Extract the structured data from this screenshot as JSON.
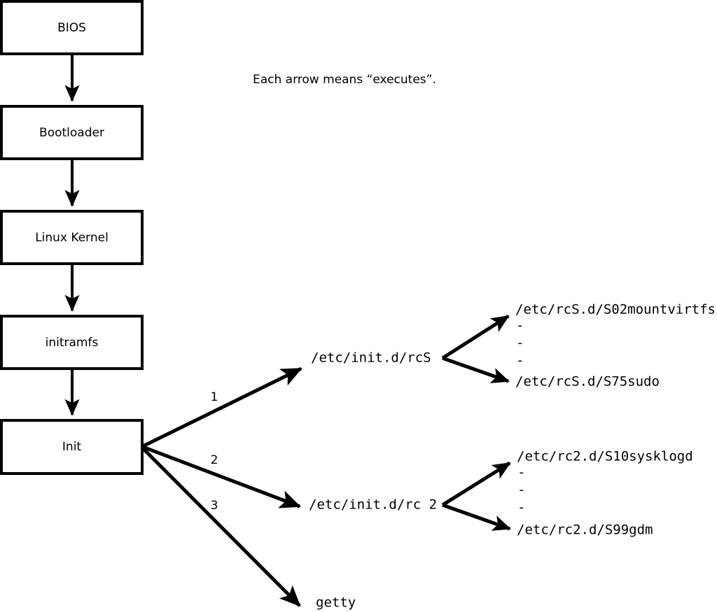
{
  "diagram": {
    "caption": "Each arrow means “executes”.",
    "stages": [
      {
        "label": "BIOS"
      },
      {
        "label": "Bootloader"
      },
      {
        "label": "Linux Kernel"
      },
      {
        "label": "initramfs"
      },
      {
        "label": "Init"
      }
    ],
    "init_branches": [
      {
        "number": "1",
        "target": "/etc/init.d/rcS"
      },
      {
        "number": "2",
        "target": "/etc/init.d/rc 2"
      },
      {
        "number": "3",
        "target": "getty"
      }
    ],
    "rcs_scripts": {
      "first": "/etc/rcS.d/S02mountvirtfs",
      "last": "/etc/rcS.d/S75sudo",
      "ellipsis": [
        "-",
        "-",
        "-"
      ]
    },
    "rc2_scripts": {
      "first": "/etc/rc2.d/S10sysklogd",
      "last": "/etc/rc2.d/S99gdm",
      "ellipsis": [
        "-",
        "-",
        "-"
      ]
    },
    "colors": {
      "background": "#ffffff",
      "stroke": "#000000",
      "box_fill": "#ffffff",
      "text": "#000000"
    }
  }
}
